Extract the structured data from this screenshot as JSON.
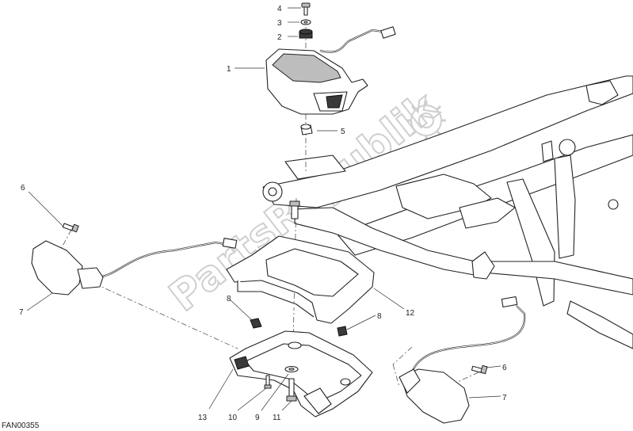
{
  "diagram": {
    "drawing_code": "FAN00355",
    "watermark": "PartsRepublik",
    "callouts": [
      {
        "id": "c4",
        "label": "4"
      },
      {
        "id": "c3",
        "label": "3"
      },
      {
        "id": "c2",
        "label": "2"
      },
      {
        "id": "c1",
        "label": "1"
      },
      {
        "id": "c5",
        "label": "5"
      },
      {
        "id": "c6a",
        "label": "6"
      },
      {
        "id": "c7a",
        "label": "7"
      },
      {
        "id": "c8a",
        "label": "8"
      },
      {
        "id": "c12",
        "label": "12"
      },
      {
        "id": "c8b",
        "label": "8"
      },
      {
        "id": "c6b",
        "label": "6"
      },
      {
        "id": "c7b",
        "label": "7"
      },
      {
        "id": "c13",
        "label": "13"
      },
      {
        "id": "c10",
        "label": "10"
      },
      {
        "id": "c9",
        "label": "9"
      },
      {
        "id": "c11",
        "label": "11"
      }
    ]
  }
}
